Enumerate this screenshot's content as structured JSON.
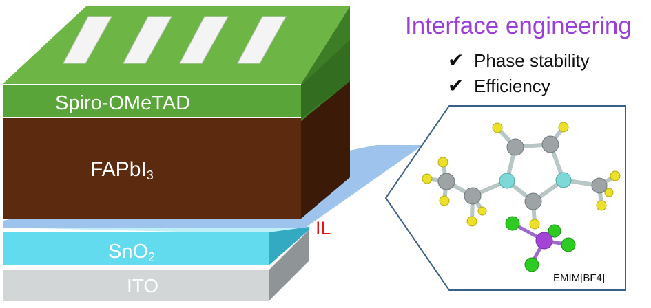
{
  "title": "Interface engineering",
  "benefits": [
    {
      "icon": "checkmark-icon",
      "label": "Phase stability"
    },
    {
      "icon": "checkmark-icon",
      "label": "Efficiency"
    }
  ],
  "layers": {
    "spiro": "Spiro-OMeTAD",
    "fapbi_main": "FAPbI",
    "fapbi_sub": "3",
    "il": "IL",
    "sno2_main": "SnO",
    "sno2_sub": "2",
    "ito": "ITO"
  },
  "molecule": {
    "label": "EMIM[BF4]"
  },
  "colors": {
    "title": "#9b3fd8",
    "spiro": "#5aa53a",
    "perovskite": "#5c2a0e",
    "interlayer": "#9ec4ee",
    "sno2": "#62dbee",
    "ito": "#d2d6d7",
    "il_label": "#e01818",
    "atom_carbon": "#9ea4a6",
    "atom_nitrogen": "#7ed8d8",
    "atom_hydrogen": "#ece128",
    "atom_boron": "#a444d6",
    "atom_fluorine": "#2ecb22"
  }
}
